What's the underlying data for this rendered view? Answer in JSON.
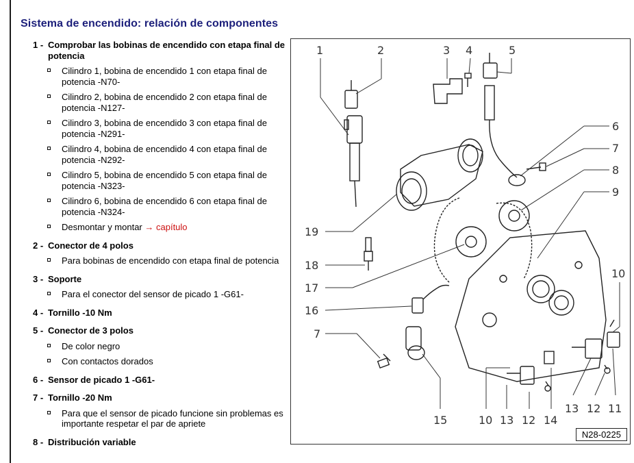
{
  "title": "Sistema de encendido: relación de componentes",
  "items": [
    {
      "num": "1 -",
      "label": "Comprobar las bobinas de encendido con etapa final de potencia",
      "subs": [
        {
          "text": "Cilindro 1, bobina de encendido 1 con etapa final de potencia -N70-"
        },
        {
          "text": "Cilindro 2, bobina de encendido 2 con etapa final de potencia -N127-"
        },
        {
          "text": "Cilindro 3, bobina de encendido 3 con etapa final de potencia -N291-"
        },
        {
          "text": "Cilindro 4, bobina de encendido 4 con etapa final de potencia -N292-"
        },
        {
          "text": "Cilindro 5, bobina de encendido 5 con etapa final de potencia -N323-"
        },
        {
          "text": "Cilindro 6, bobina de encendido 6 con etapa final de potencia -N324-"
        },
        {
          "text": "Desmontar y montar",
          "link": "→ capítulo"
        }
      ]
    },
    {
      "num": "2 -",
      "label": "Conector de 4 polos",
      "subs": [
        {
          "text": "Para bobinas de encendido con etapa final de potencia"
        }
      ]
    },
    {
      "num": "3 -",
      "label": "Soporte",
      "subs": [
        {
          "text": "Para el conector del sensor de picado 1 -G61-"
        }
      ]
    },
    {
      "num": "4 -",
      "label": "Tornillo -10 Nm",
      "subs": []
    },
    {
      "num": "5 -",
      "label": "Conector de 3 polos",
      "subs": [
        {
          "text": "De color negro"
        },
        {
          "text": "Con contactos dorados"
        }
      ]
    },
    {
      "num": "6 -",
      "label": "Sensor de picado 1 -G61-",
      "subs": []
    },
    {
      "num": "7 -",
      "label": "Tornillo -20 Nm",
      "subs": [
        {
          "text": "Para que el sensor de picado funcione sin problemas es importante respetar el par de apriete"
        }
      ]
    },
    {
      "num": "8 -",
      "label": "Distribución variable",
      "subs": []
    }
  ],
  "figure": {
    "code": "N28-0225",
    "callouts": [
      "1",
      "2",
      "3",
      "4",
      "5",
      "6",
      "7",
      "8",
      "9",
      "19",
      "18",
      "17",
      "16",
      "7",
      "10",
      "15",
      "10",
      "13",
      "12",
      "14",
      "13",
      "12",
      "11"
    ]
  }
}
